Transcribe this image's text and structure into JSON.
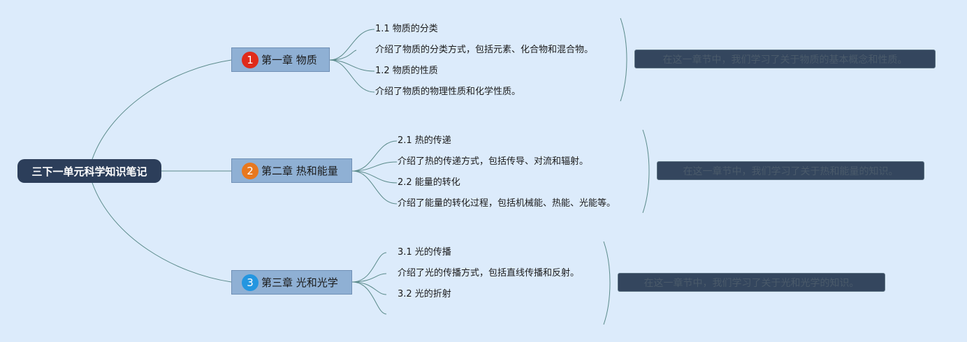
{
  "root": {
    "title": "三下一单元科学知识笔记"
  },
  "chapters": [
    {
      "number": "1",
      "title": "第一章 物质",
      "badge_color": "#e02b1a",
      "items": [
        "1.1 物质的分类",
        "介绍了物质的分类方式，包括元素、化合物和混合物。",
        "1.2 物质的性质",
        "介绍了物质的物理性质和化学性质。"
      ],
      "summary": "在这一章节中，我们学习了关于物质的基本概念和性质。"
    },
    {
      "number": "2",
      "title": "第二章 热和能量",
      "badge_color": "#e8781e",
      "items": [
        "2.1 热的传递",
        "介绍了热的传递方式，包括传导、对流和辐射。",
        "2.2 能量的转化",
        "介绍了能量的转化过程，包括机械能、热能、光能等。"
      ],
      "summary": "在这一章节中，我们学习了关于热和能量的知识。"
    },
    {
      "number": "3",
      "title": "第三章 光和光学",
      "badge_color": "#2496e0",
      "items": [
        "3.1 光的传播",
        "介绍了光的传播方式，包括直线传播和反射。",
        "3.2 光的折射",
        ""
      ],
      "summary": "在这一章节中，我们学习了关于光和光学的知识。"
    }
  ],
  "colors": {
    "background": "#dcebfb",
    "connector": "#5a8a8a",
    "root_fill": "#2c3e5a",
    "chapter_fill": "#8fb0d4",
    "summary_fill": "#34465e"
  }
}
